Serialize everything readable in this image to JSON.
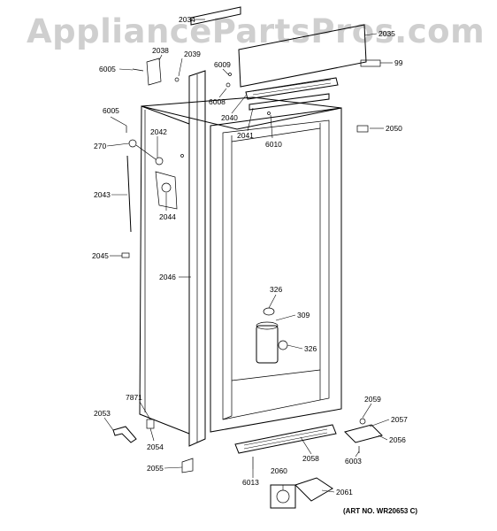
{
  "watermark": "AppliancePartsPros.com",
  "art_number": "(ART NO. WR20653 C)",
  "callouts": [
    "2034",
    "2035",
    "99",
    "6005",
    "2038",
    "2039",
    "6009",
    "6008",
    "2040",
    "2041",
    "6010",
    "2050",
    "6005",
    "270",
    "2042",
    "2043",
    "2044",
    "2045",
    "2046",
    "326",
    "309",
    "326",
    "7871",
    "2053",
    "2054",
    "2055",
    "2059",
    "2057",
    "2056",
    "6003",
    "6013",
    "2058",
    "2060",
    "2061"
  ]
}
